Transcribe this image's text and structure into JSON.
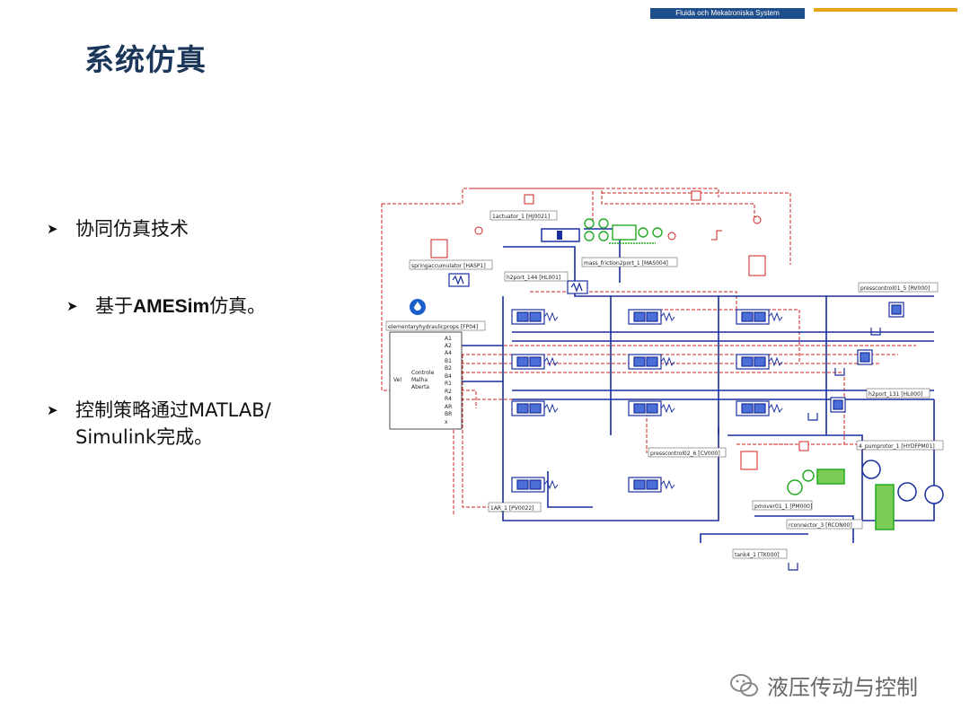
{
  "header": {
    "institution": "Fluida och Mekatroniska System"
  },
  "title": "系统仿真",
  "bullets": [
    {
      "text": "协同仿真技术"
    },
    {
      "prefix": "基于",
      "bold": "AMESim",
      "suffix": "仿真。"
    },
    {
      "line1": "控制策略通过MATLAB/",
      "line2": "Simulink完成。"
    }
  ],
  "diagram": {
    "labels": {
      "actuator": "1actuator_1 [HJ0021]",
      "spring": "springaccumulator [HASP1]",
      "h2port144": "h2port_144 [HL001]",
      "mass": "mass_friction2port_1 [MAS004]",
      "props": "elementaryhydraulicprops [FP04]",
      "press5": "presscontrol01_5 [RV000]",
      "h2port131": "h2port_131 [HL000]",
      "pump": "4_pumprotor_1 [HYDFPM01]",
      "press6": "presscontrol02_6 [CV000]",
      "ar": "1AR_1 [PV0022]",
      "pmover": "pmover01_1 [PM000]",
      "rconn": "rconnector_3 [RCON00]",
      "tank": "tank4_1 [TK000]"
    },
    "control_block": {
      "title_lines": [
        "Controle",
        "Malha",
        "Aberta"
      ],
      "vel": "Vel",
      "ports": [
        "A1",
        "A2",
        "A4",
        "B1",
        "B2",
        "B4",
        "R1",
        "R2",
        "R4",
        "AR",
        "BR",
        "x"
      ]
    }
  },
  "watermark": "液压传动与控制",
  "colors": {
    "title": "#1a3658",
    "header_bar": "#1f4e8c",
    "gold": "#e8a317",
    "pipe_blue": "#1a2f9e",
    "signal_red": "#cc2222",
    "mech_green": "#22aa22"
  }
}
